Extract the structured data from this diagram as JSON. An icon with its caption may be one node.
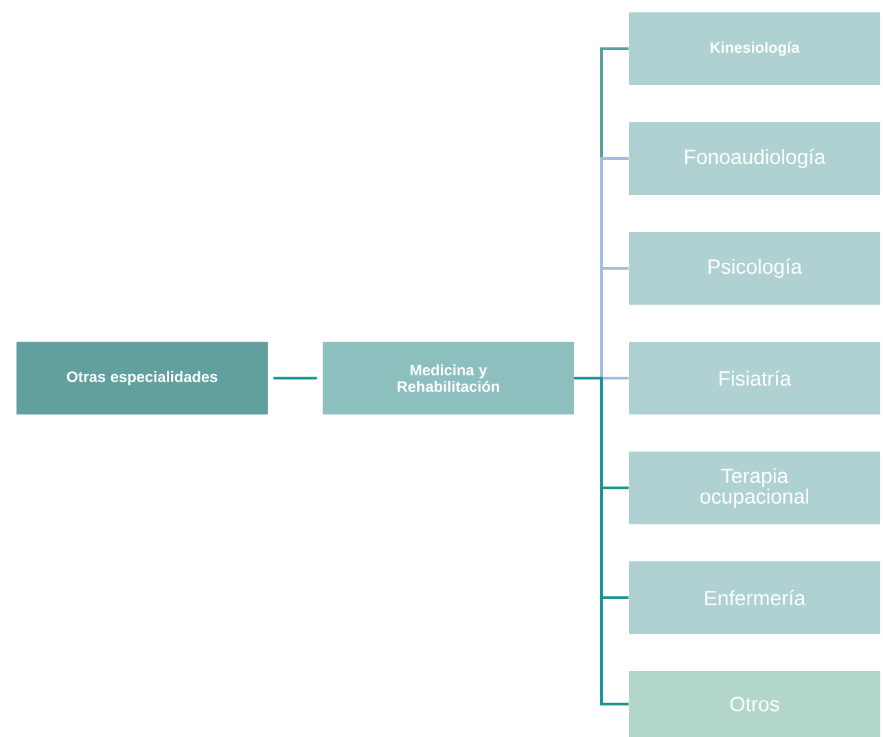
{
  "diagram": {
    "nodes": [
      {
        "text": [
          "Otras especialidades"
        ]
      },
      {
        "text": [
          "Medicina y Rehabilitación"
        ]
      },
      {
        "text": [
          "Kinesiología"
        ]
      },
      {
        "text": [
          "Fonoaudiología"
        ]
      },
      {
        "text": [
          "Psicología"
        ]
      },
      {
        "text": [
          "Fisiatría"
        ]
      },
      {
        "text": [
          "Terapia ocupacional"
        ]
      },
      {
        "text": [
          "Enfermería"
        ]
      },
      {
        "text": [
          "Otros"
        ]
      }
    ],
    "edges": [
      {
        "from": 0,
        "to": 1,
        "arrow": "none"
      },
      {
        "from": 1,
        "to": 2,
        "arrow": "none",
        "color": "#5b9ea0"
      },
      {
        "from": 1,
        "to": 3,
        "arrow": "none",
        "color": "#a3bedd"
      },
      {
        "from": 1,
        "to": 4,
        "arrow": "none",
        "color": "#a3bedd"
      },
      {
        "from": 1,
        "to": 5,
        "arrow": "none",
        "color": "#a3bedd"
      },
      {
        "from": 1,
        "to": 6,
        "arrow": "none"
      },
      {
        "from": 1,
        "to": 7,
        "arrow": "none"
      },
      {
        "from": 1,
        "to": 8,
        "arrow": "none"
      }
    ]
  }
}
